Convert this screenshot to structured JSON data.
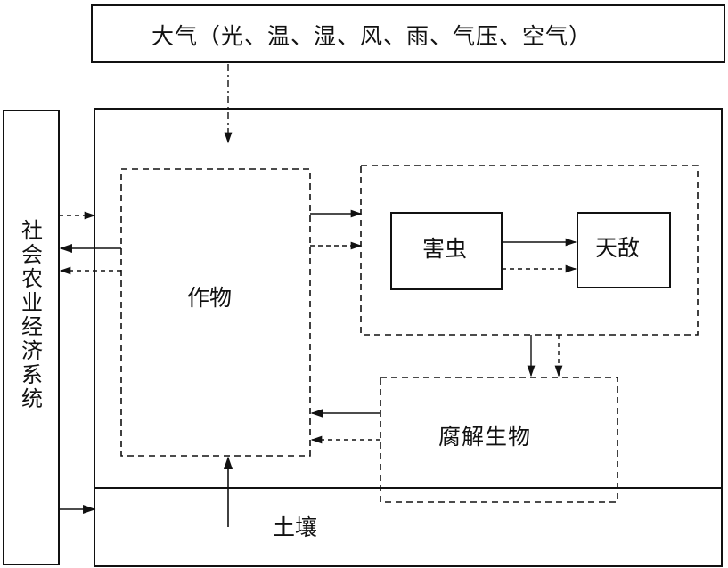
{
  "atmosphere": {
    "label": "大气（光、温、湿、风、雨、气压、空气）"
  },
  "socio_economic": {
    "label": "社会农业经济系统"
  },
  "crop": {
    "label": "作物"
  },
  "pest": {
    "label": "害虫"
  },
  "natural_enemy": {
    "label": "天敌"
  },
  "decomposer": {
    "label": "腐解生物"
  },
  "soil": {
    "label": "土壤"
  },
  "colors": {
    "line": "#111111",
    "background": "#ffffff"
  }
}
